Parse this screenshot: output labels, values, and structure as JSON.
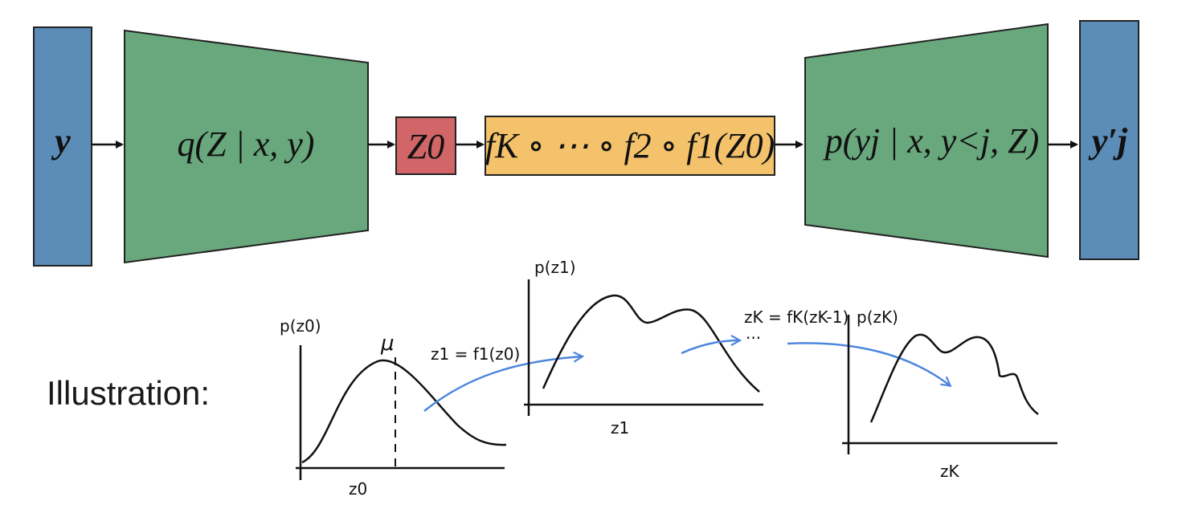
{
  "top": {
    "input_label": "y",
    "encoder_label": "q(Z | x, y)",
    "latent_label": "Z0",
    "flow_label": "fK ∘ ⋯ ∘ f2 ∘ f1(Z0)",
    "decoder_label": "p(yj | x, y<j, Z)",
    "output_label": "y′j"
  },
  "illustration": {
    "caption": "Illustration:",
    "plot1": {
      "ylabel": "p(z0)",
      "xlabel": "z0",
      "peak_mark": "μ"
    },
    "transform1": "z1 = f1(z0)",
    "plot2": {
      "ylabel": "p(z1)",
      "xlabel": "z1"
    },
    "transformK": "zK = fK(zK-1)",
    "dots": "···",
    "plot3": {
      "ylabel": "p(zK)",
      "xlabel": "zK"
    }
  },
  "colors": {
    "blue": "#5b8db8",
    "green": "#68a87c",
    "red": "#d16567",
    "yellow": "#f3c26a",
    "arrow_blue": "#4d86dd"
  }
}
